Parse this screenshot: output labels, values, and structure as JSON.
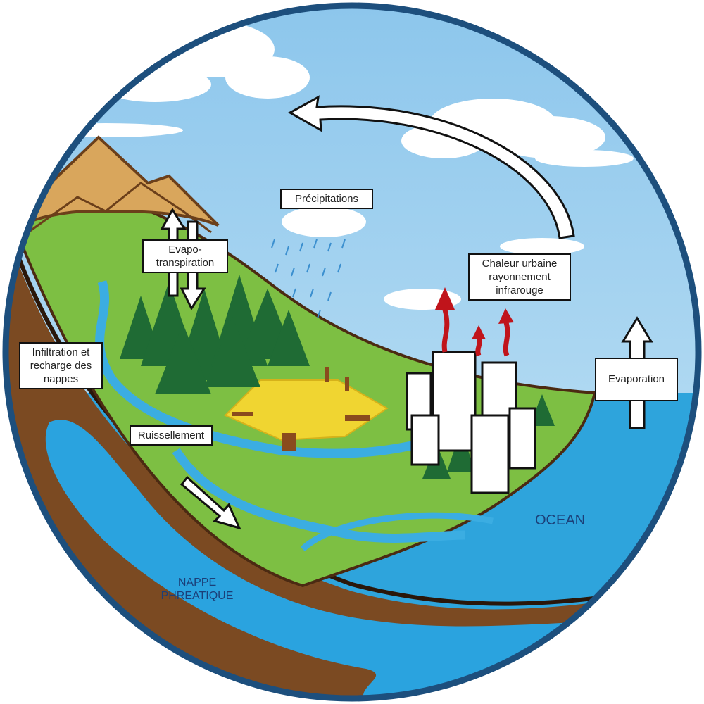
{
  "labels": {
    "precipitations": "Précipitations",
    "evapotranspiration_1": "Evapo-",
    "evapotranspiration_2": "transpiration",
    "infiltration_1": "Infiltration et",
    "infiltration_2": "recharge des",
    "infiltration_3": "nappes",
    "ruissellement": "Ruissellement",
    "chaleur_1": "Chaleur urbaine",
    "chaleur_2": "rayonnement",
    "chaleur_3": "infrarouge",
    "evaporation": "Evaporation",
    "ocean": "OCEAN",
    "nappe_1": "NAPPE",
    "nappe_2": "PHREATIQUE"
  },
  "colors": {
    "border": "#1d4f7d",
    "sky": "#9fd0ee",
    "ocean": "#2ea4dc",
    "ground": "#7b4a22",
    "grass": "#7dbf43",
    "mountain": "#d9a65c",
    "tree": "#1f6b34",
    "field": "#f0d531",
    "heat": "#c0141b"
  }
}
